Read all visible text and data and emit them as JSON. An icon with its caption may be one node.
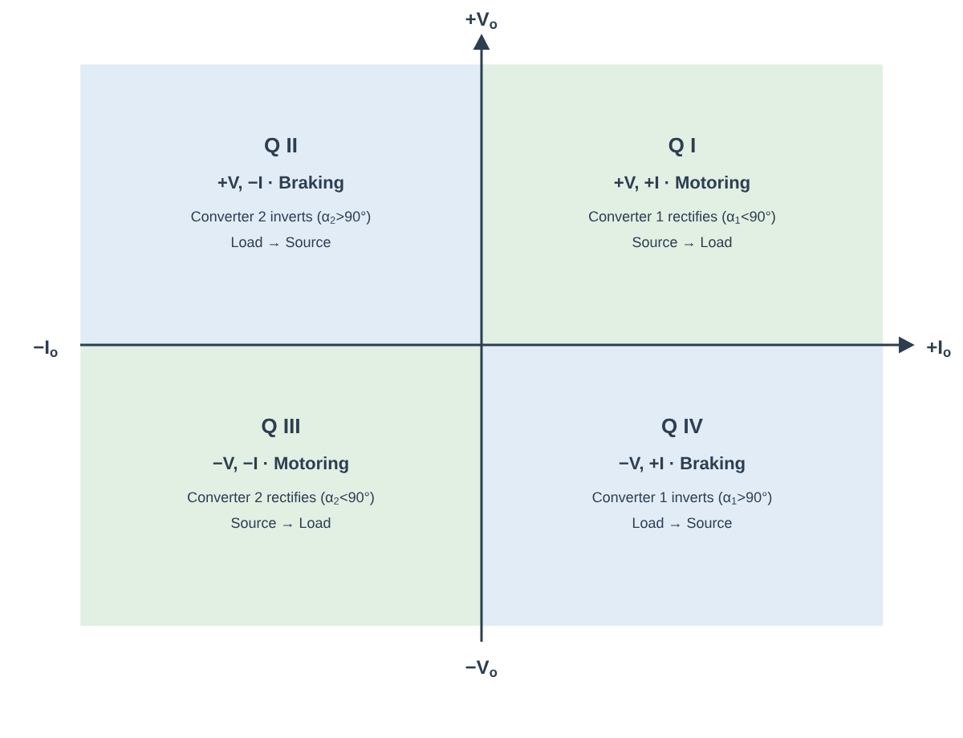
{
  "diagram": {
    "nodes": [
      {
        "text": [
          "Q II",
          "+V, −I · Braking",
          "Converter 2 inverts (α$_{2}$>90°)",
          "Load → Source"
        ]
      },
      {
        "text": [
          "Q I",
          "+V, +I · Motoring",
          "Converter 1 rectifies (α$_{1}$<90°)",
          "Source → Load"
        ]
      },
      {
        "text": [
          "Q III",
          "−V, −I · Motoring",
          "Converter 2 rectifies (α$_{2}$<90°)",
          "Source → Load"
        ]
      },
      {
        "text": [
          "Q IV",
          "−V, +I · Braking",
          "Converter 1 inverts (α$_{1}$>90°)",
          "Load → Source"
        ]
      }
    ],
    "labels": [
      "+V$_{o}$",
      "−I$_{o}$",
      "+I$_{o}$",
      "−V$_{o}$"
    ]
  }
}
